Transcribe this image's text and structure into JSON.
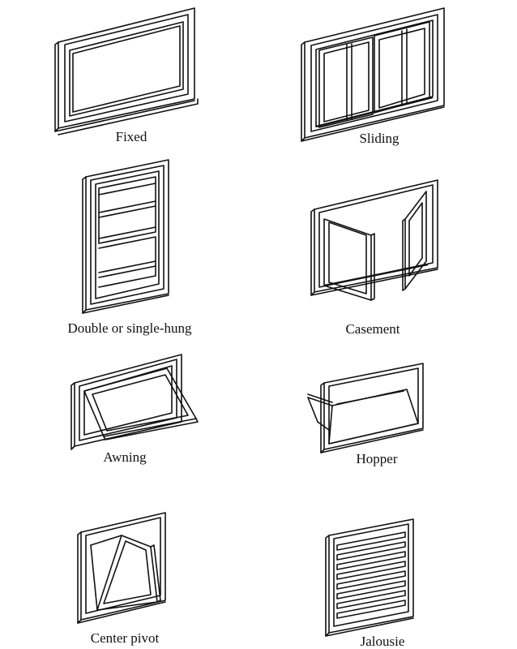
{
  "window_types": [
    {
      "id": "fixed",
      "label": "Fixed"
    },
    {
      "id": "sliding",
      "label": "Sliding"
    },
    {
      "id": "double-hung",
      "label": "Double or single-hung"
    },
    {
      "id": "casement",
      "label": "Casement"
    },
    {
      "id": "awning",
      "label": "Awning"
    },
    {
      "id": "hopper",
      "label": "Hopper"
    },
    {
      "id": "center-pivot",
      "label": "Center pivot"
    },
    {
      "id": "jalousie",
      "label": "Jalousie"
    }
  ]
}
